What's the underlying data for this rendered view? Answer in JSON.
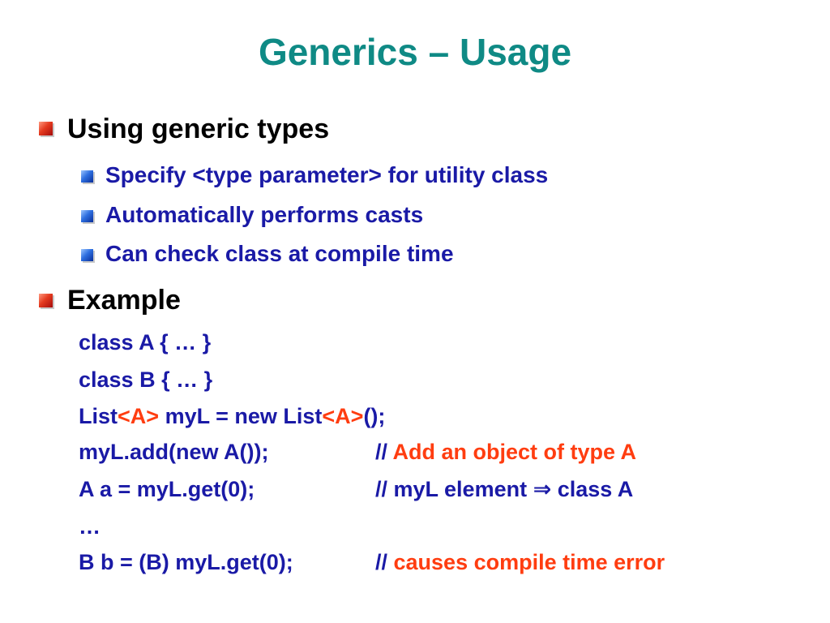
{
  "slide": {
    "title": "Generics – Usage"
  },
  "bullets": {
    "using": {
      "label": "Using generic types",
      "items": [
        "Specify <type parameter> for utility class",
        "Automatically performs casts",
        "Can check class at compile time"
      ]
    },
    "example": {
      "label": "Example"
    }
  },
  "code": {
    "line1": "class A { … }",
    "line2": "class B { … }",
    "line3": {
      "a": "List",
      "b": "<A>",
      "c": " myL = new List",
      "d": "<A>",
      "e": "();"
    },
    "line4": {
      "code": "myL.add(new A());",
      "comment_prefix": "// ",
      "comment": "Add an object of type A"
    },
    "line5": {
      "code": "A a = myL.get(0);",
      "comment": "// myL element ⇒ class A"
    },
    "line6": "…",
    "line7": {
      "code": "B b = (B) myL.get(0);",
      "comment_prefix": "// ",
      "comment": "causes compile time error"
    }
  },
  "colors": {
    "title": "#0f8a85",
    "level1_text": "#000000",
    "level2_text": "#1a1aa6",
    "highlight": "#ff3d10",
    "bullet1": "#e43a1f",
    "bullet2": "#2e6fe0"
  }
}
